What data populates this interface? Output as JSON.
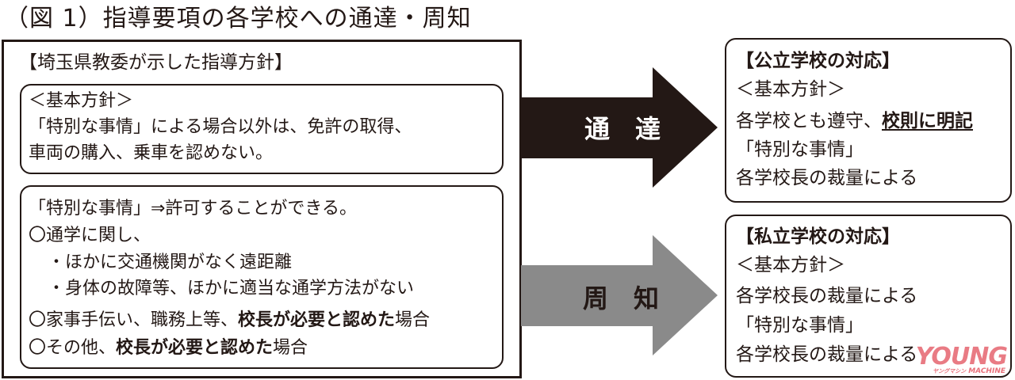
{
  "title": "（図 1）指導要項の各学校への通達・周知",
  "guidance": {
    "heading": "【埼玉県教委が示した指導方針】",
    "basic_policy": {
      "label": "＜基本方針＞",
      "lines": [
        "「特別な事情」による場合以外は、免許の取得、",
        "車両の購入、乗車を認めない。"
      ]
    },
    "special_circumstances": {
      "intro": "「特別な事情」⇒許可することができる。",
      "commute_heading": "〇通学に関し、",
      "commute_items": [
        "・ほかに交通機関がなく遠距離",
        "・身体の故障等、ほかに適当な通学方法がない"
      ],
      "item2": {
        "prefix": "〇家事手伝い、職務上等、",
        "bold": "校長が必要と認めた",
        "suffix": "場合"
      },
      "item3": {
        "prefix": "〇その他、",
        "bold": "校長が必要と認めた",
        "suffix": "場合"
      }
    }
  },
  "arrows": [
    {
      "label": "通　達",
      "color": "#231815",
      "text_color": "#ffffff"
    },
    {
      "label": "周　知",
      "color": "#8a8a8a",
      "text_color": "#231815"
    }
  ],
  "public_school": {
    "heading": "【公立学校の対応】",
    "policy_label": "＜基本方針＞",
    "policy_prefix": "各学校とも遵守、",
    "policy_emphasis": "校則に明記",
    "special_label": "「特別な事情」",
    "special_text": "各学校長の裁量による"
  },
  "private_school": {
    "heading": "【私立学校の対応】",
    "policy_label": "＜基本方針＞",
    "policy_text": "各学校長の裁量による",
    "special_label": "「特別な事情」",
    "special_text": "各学校長の裁量による"
  },
  "watermark": {
    "main": "YOUNG",
    "kana": "ヤングマシン",
    "sub": "MACHINE",
    "color": "#e8707a"
  }
}
